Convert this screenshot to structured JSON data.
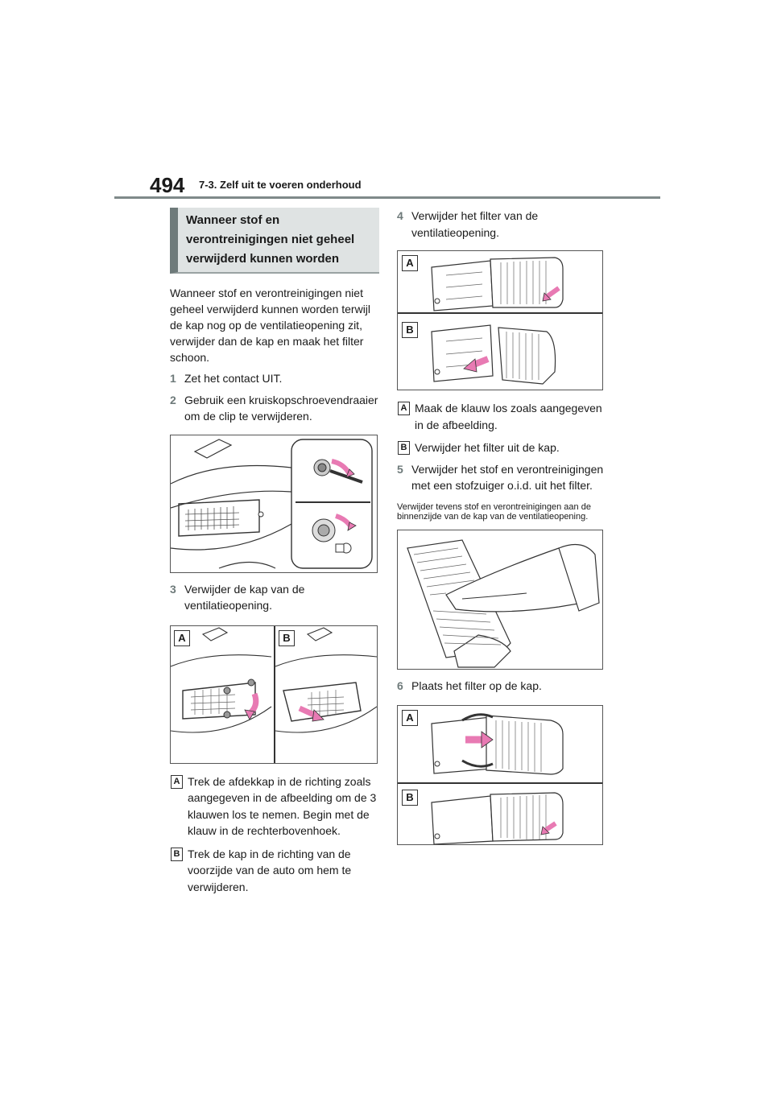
{
  "header": {
    "page_number": "494",
    "section": "7-3. Zelf uit te voeren onderhoud"
  },
  "left": {
    "callout_title": "Wanneer stof en verontreinigingen niet geheel verwijderd kunnen worden",
    "intro": "Wanneer stof en verontreinigingen niet geheel verwijderd kunnen worden terwijl de kap nog op de ventilatieopening zit, verwijder dan de kap en maak het filter schoon.",
    "steps": [
      {
        "num": "1",
        "text": "Zet het contact UIT."
      },
      {
        "num": "2",
        "text": "Gebruik een kruiskopschroevendraaier om de clip te verwijderen."
      },
      {
        "num": "3",
        "text": "Verwijder de kap van de ventilatieopening."
      }
    ],
    "fig2_labels": [
      "A",
      "B"
    ],
    "sub_steps": [
      {
        "letter": "A",
        "text": "Trek de afdekkap in de richting zoals aangegeven in de afbeelding om de 3 klauwen los te nemen. Begin met de klauw in de rechterbovenhoek."
      },
      {
        "letter": "B",
        "text": "Trek de kap in de richting van de voorzijde van de auto om hem te verwijderen."
      }
    ]
  },
  "right": {
    "step4": {
      "num": "4",
      "text": "Verwijder het filter van de ventilatieopening."
    },
    "fig3_labels": [
      "A",
      "B"
    ],
    "sub_steps": [
      {
        "letter": "A",
        "text": "Maak de klauw los zoals aangegeven in de afbeelding."
      },
      {
        "letter": "B",
        "text": "Verwijder het filter uit de kap."
      }
    ],
    "step5": {
      "num": "5",
      "text": "Verwijder het stof en verontreinigingen met een stofzuiger o.i.d. uit het filter."
    },
    "note": "Verwijder tevens stof en verontreinigingen aan de binnenzijde van de kap van de ventilatieopening.",
    "step6": {
      "num": "6",
      "text": "Plaats het filter op de kap."
    },
    "fig5_labels": [
      "A",
      "B"
    ]
  },
  "colors": {
    "accent": "#6e7a7a",
    "callout_bg": "#dfe3e3",
    "arrow_pink": "#e87ab3"
  }
}
